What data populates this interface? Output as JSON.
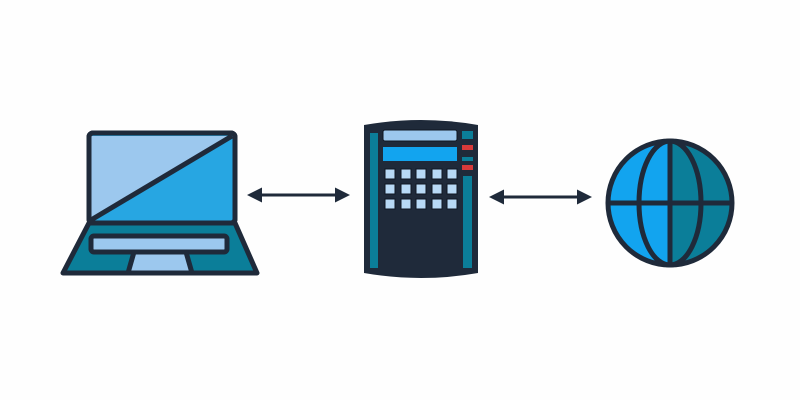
{
  "diagram": {
    "nodes": [
      {
        "id": "laptop",
        "icon": "laptop-icon"
      },
      {
        "id": "network-device",
        "icon": "firewall-device-icon"
      },
      {
        "id": "internet",
        "icon": "globe-icon"
      }
    ],
    "edges": [
      {
        "from": "laptop",
        "to": "network-device",
        "direction": "bidirectional"
      },
      {
        "from": "network-device",
        "to": "internet",
        "direction": "bidirectional"
      }
    ]
  },
  "colors": {
    "outline": "#1f2a3a",
    "light_blue": "#9cc8ee",
    "sky_blue": "#27a6e2",
    "teal": "#0b7e99",
    "bright_blue": "#12a4ef",
    "red": "#d83a3a"
  }
}
